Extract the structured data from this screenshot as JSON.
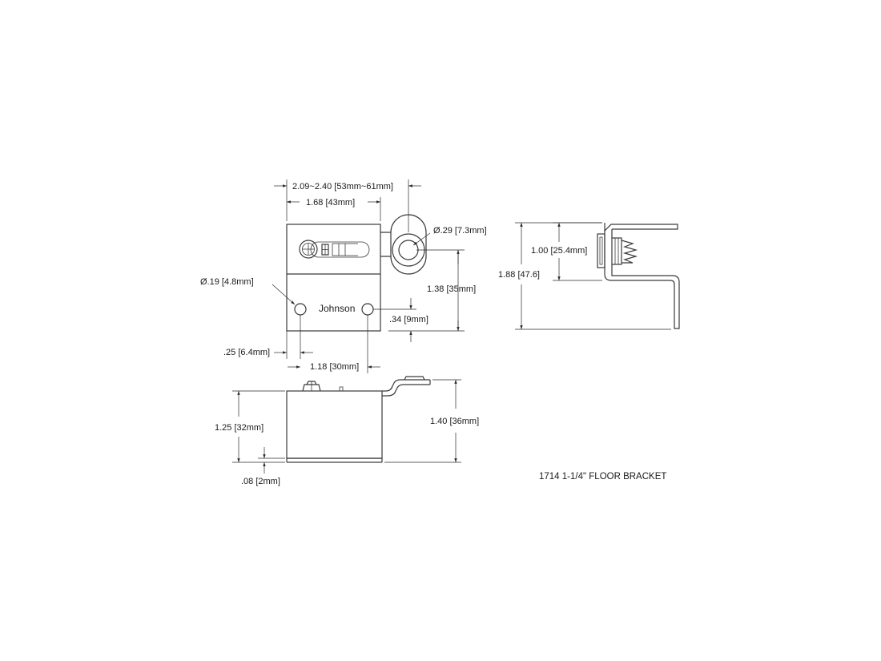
{
  "dimensions": {
    "overall_width": "2.09~2.40 [53mm~61mm]",
    "body_width": "1.68 [43mm]",
    "roller_diameter": "Ø.29 [7.3mm]",
    "hole_diameter": "Ø.19 [4.8mm]",
    "roller_height": "1.38 [35mm]",
    "hole_offset_vertical": ".34 [9mm]",
    "hole_offset_horizontal": ".25 [6.4mm]",
    "hole_spacing": "1.18 [30mm]",
    "side_spring_height": "1.00 [25.4mm]",
    "side_overall_height": "1.88 [47.6]",
    "body_height": "1.25 [32mm]",
    "overall_height": "1.40 [36mm]",
    "plate_thickness": ".08 [2mm]"
  },
  "logo_text": "Johnson",
  "caption": "1714 1-1/4\" FLOOR BRACKET"
}
